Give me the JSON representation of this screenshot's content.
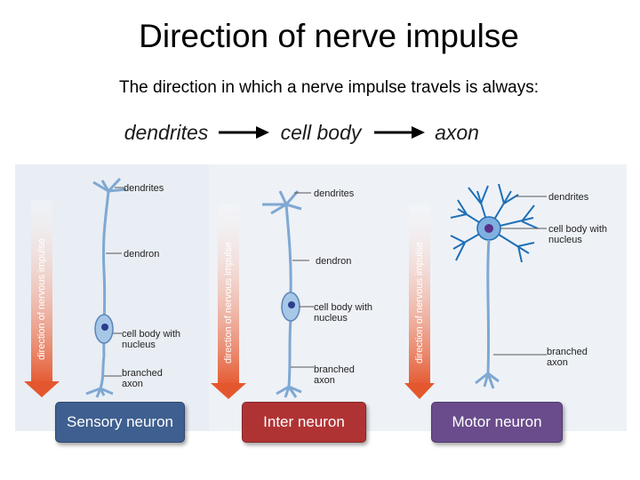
{
  "title": "Direction of nerve impulse",
  "subtitle": "The direction in which a nerve impulse travels is always:",
  "flow": [
    "dendrites",
    "cell body",
    "axon"
  ],
  "colors": {
    "sensory": "#3e5f8f",
    "inter": "#b03334",
    "motor": "#6a4c8c",
    "impulse_arrow": "#e86a3b",
    "neuron": "#a7c7e7"
  },
  "neurons": [
    {
      "button": "Sensory neuron",
      "arrow_label": "direction of nervous impulse",
      "labels": [
        "dendrites",
        "dendron",
        "cell body with",
        "nucleus",
        "branched",
        "axon"
      ]
    },
    {
      "button": "Inter neuron",
      "arrow_label": "direction of nervous impulse",
      "labels": [
        "dendrites",
        "dendron",
        "cell body with",
        "nucleus",
        "branched",
        "axon"
      ]
    },
    {
      "button": "Motor neuron",
      "arrow_label": "direction of nervous impulse",
      "labels": [
        "dendrites",
        "cell body with",
        "nucleus",
        "branched",
        "axon"
      ]
    }
  ]
}
